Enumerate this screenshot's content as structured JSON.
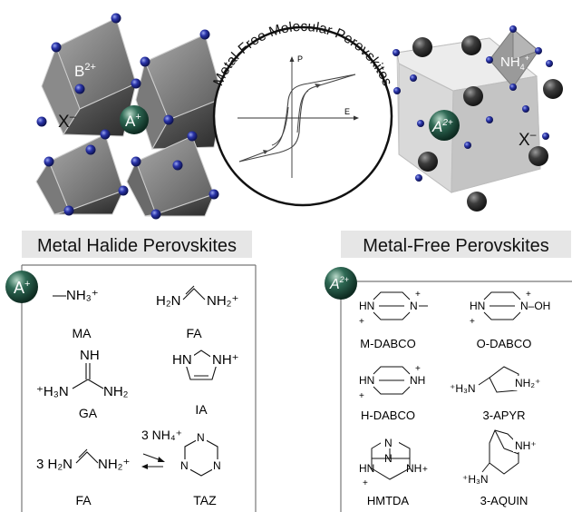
{
  "top_figure": {
    "b_site_label": "B",
    "b_site_charge": "2+",
    "x_left_label": "X",
    "x_left_charge": "–",
    "a_left_label": "A",
    "a_left_charge": "+",
    "circle_title": "Metal-Free Molecular Perovskites",
    "p_axis_label": "P",
    "e_axis_label": "E",
    "a_right_label": "A",
    "a_right_charge": "2+",
    "nh4_label": "NH",
    "nh4_sub": "4",
    "nh4_charge": "+",
    "x_right_label": "X",
    "x_right_charge": "–"
  },
  "left_panel": {
    "title": "Metal Halide Perovskites",
    "badge_label": "A",
    "badge_charge": "+",
    "molecules": [
      {
        "formula": "—NH₃⁺",
        "name": "MA"
      },
      {
        "formula": "H₂N ⁄⁄ NH₂⁺",
        "name": "FA"
      },
      {
        "formula": "⁺H₃N  NH₂",
        "name": "GA"
      },
      {
        "formula": "HN  NH⁺",
        "name": "IA"
      },
      {
        "formula": "3 H₂N  NH₂⁺",
        "name": "FA"
      },
      {
        "formula": "3 NH₄⁺",
        "name": "TAZ"
      }
    ],
    "ga_nh": "NH",
    "ga_left": "⁺H₃N",
    "ga_right": "NH₂",
    "fa1_left": "H₂N",
    "fa1_right": "NH₂⁺",
    "ma_formula": "—NH₃⁺",
    "ia_hn": "HN",
    "ia_nh": "NH⁺",
    "fa2_left": "3 H₂N",
    "fa2_right": "NH₂⁺",
    "nh4_text": "3 NH₄⁺",
    "taz_n": "N"
  },
  "right_panel": {
    "title": "Metal-Free Perovskites",
    "badge_label": "A",
    "badge_charge": "2+",
    "names": [
      "M-DABCO",
      "O-DABCO",
      "H-DABCO",
      "3-APYR",
      "HMTDA",
      "3-AQUIN"
    ],
    "hn": "HN",
    "plus": "+",
    "n": "N",
    "oh": "N–OH",
    "nh": "NH",
    "apyr_left": "⁺H₃N",
    "apyr_right": "NH₂⁺",
    "aquin_nh": "NH⁺",
    "aquin_h3n": "⁺H₃N"
  }
}
